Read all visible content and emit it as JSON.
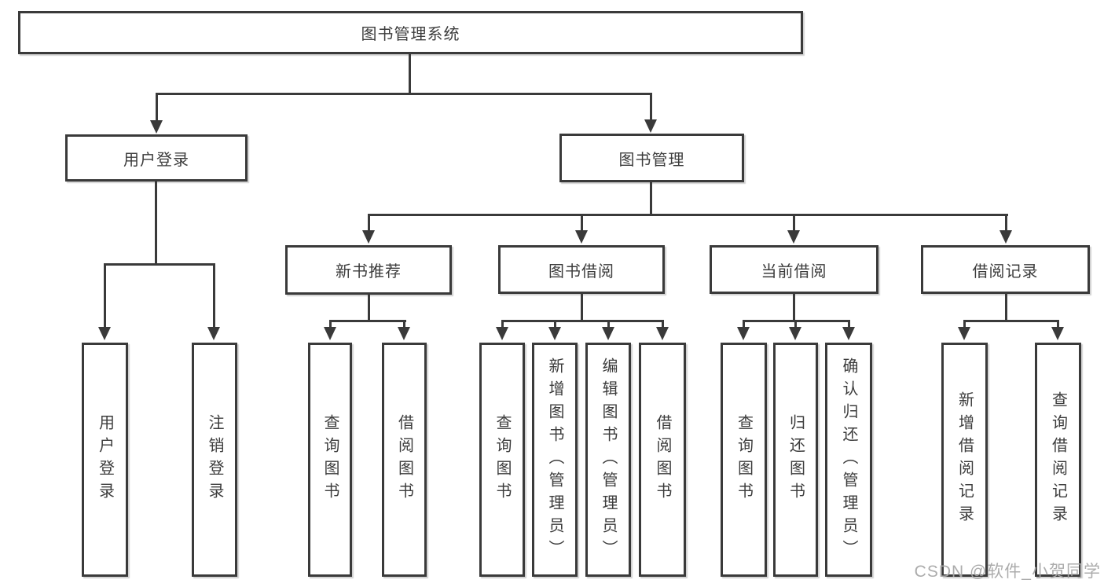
{
  "tree": {
    "root": {
      "label": "图书管理系统"
    },
    "level2": [
      {
        "label": "用户登录",
        "children": [
          "用户登录",
          "注销登录"
        ]
      },
      {
        "label": "图书管理",
        "children": [
          {
            "label": "新书推荐",
            "children": [
              "查询图书",
              "借阅图书"
            ]
          },
          {
            "label": "图书借阅",
            "children": [
              "查询图书",
              "新增图书（管理员）",
              "编辑图书（管理员）",
              "借阅图书"
            ]
          },
          {
            "label": "当前借阅",
            "children": [
              "查询图书",
              "归还图书",
              "确认归还（管理员）"
            ]
          },
          {
            "label": "借阅记录",
            "children": [
              "新增借阅记录",
              "查询借阅记录"
            ]
          }
        ]
      }
    ]
  },
  "watermark": "CSDN @软件_小贺同学",
  "colors": {
    "line": "#3a3a3a",
    "text": "#3c3c3c",
    "watermark": "#a8a8a8",
    "background": "#ffffff"
  }
}
